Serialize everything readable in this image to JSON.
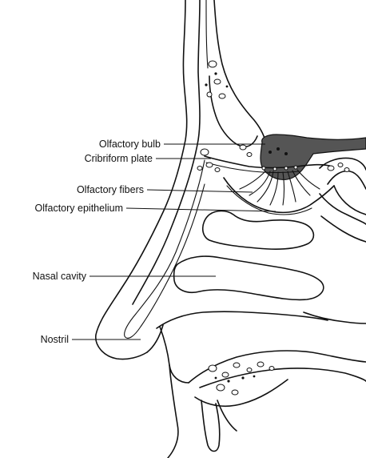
{
  "labels": {
    "olfactory_bulb": "Olfactory bulb",
    "cribriform_plate": "Cribriform plate",
    "olfactory_fibers": "Olfactory fibers",
    "olfactory_epithelium": "Olfactory epithelium",
    "nasal_cavity": "Nasal cavity",
    "nostril": "Nostril"
  },
  "colors": {
    "line": "#111111",
    "bulb_fill": "#555555",
    "background": "#ffffff"
  }
}
